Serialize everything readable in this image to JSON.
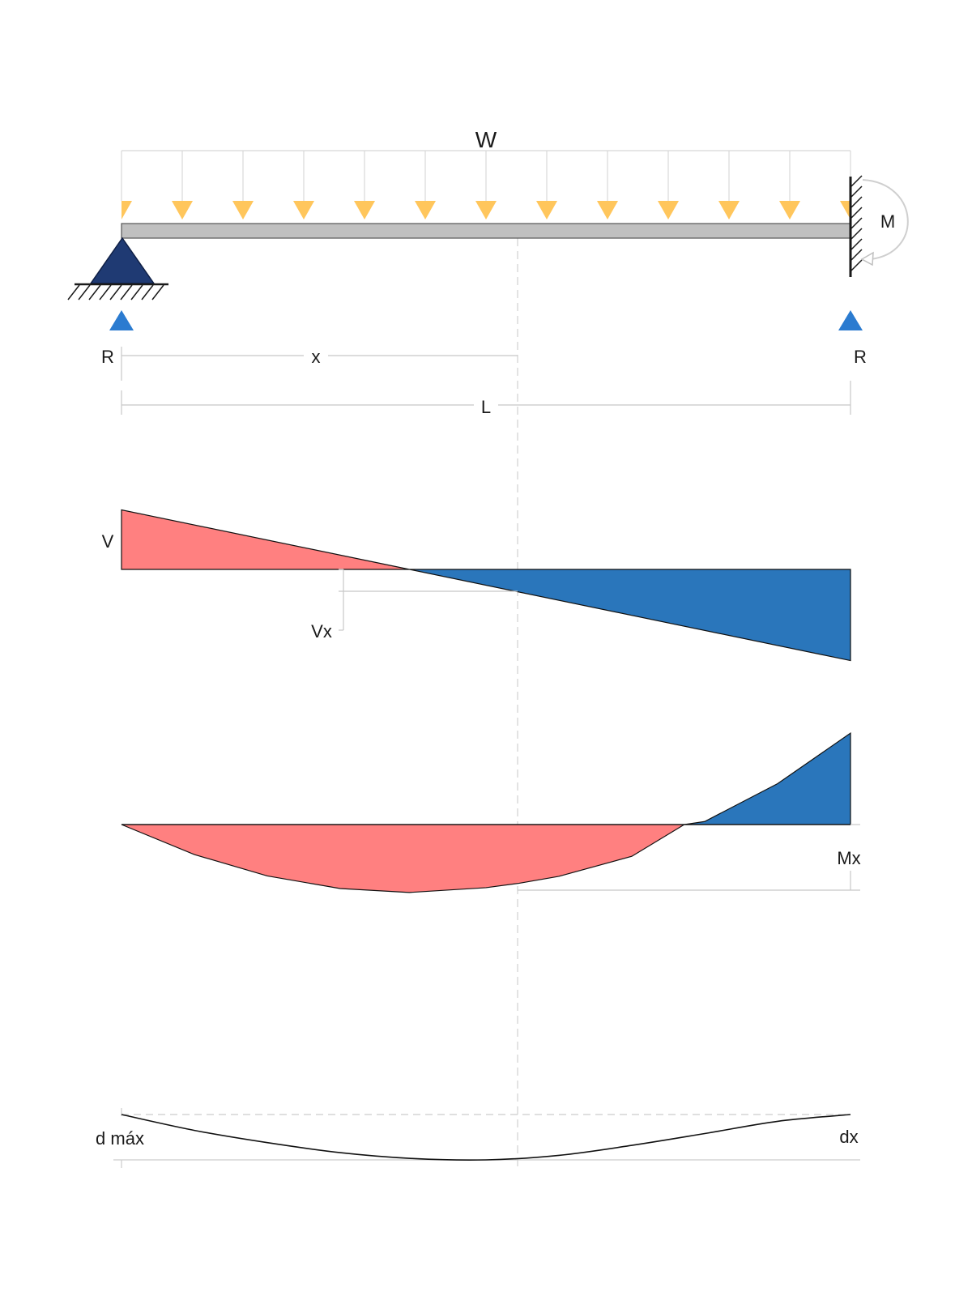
{
  "labels": {
    "load": "W",
    "moment": "M",
    "reaction_left": "R",
    "reaction_right": "R",
    "position": "x",
    "length": "L",
    "shear": "V",
    "shear_at_x": "Vx",
    "moment_at_x": "Mx",
    "max_deflection": "d máx",
    "deflection_at_x": "dx"
  },
  "colors": {
    "beam": "#c0c0c0",
    "beam_outline": "#555555",
    "load_arrow": "#ffc65c",
    "load_line": "#d8d8d8",
    "support_pin": "#1f3a73",
    "reaction_arrow": "#2b7bd0",
    "positive": "#ff8080",
    "negative": "#2a76bb",
    "dimension": "#c8c8c8",
    "curve": "#111111"
  },
  "icons": {
    "left_support": "pin-support-icon",
    "right_support": "fixed-wall-icon",
    "moment": "curved-arrow-icon",
    "load": "down-arrow-icon",
    "reaction": "up-arrow-icon"
  },
  "beam": {
    "load_arrow_count": 13,
    "section_fraction": 0.545
  },
  "chart_data": [
    {
      "type": "area",
      "x": [
        0,
        0.395,
        0.545,
        1
      ],
      "values": [
        0.395,
        0,
        -0.15,
        -0.605
      ]
    },
    {
      "type": "area",
      "x": [
        0,
        0.1,
        0.2,
        0.3,
        0.395,
        0.5,
        0.545,
        0.6,
        0.7,
        0.772,
        0.8,
        0.9,
        1
      ],
      "values": [
        0,
        -0.0345,
        -0.059,
        -0.0735,
        -0.078,
        -0.0725,
        -0.0675,
        -0.0595,
        -0.0365,
        0,
        0.0035,
        0.047,
        0.105
      ]
    },
    {
      "type": "line",
      "x": [
        0,
        0.1,
        0.2,
        0.3,
        0.4,
        0.5,
        0.6,
        0.7,
        0.8,
        0.9,
        1
      ],
      "values": [
        0,
        -0.35,
        -0.62,
        -0.84,
        -0.97,
        -1.0,
        -0.9,
        -0.68,
        -0.42,
        -0.15,
        0
      ]
    }
  ]
}
